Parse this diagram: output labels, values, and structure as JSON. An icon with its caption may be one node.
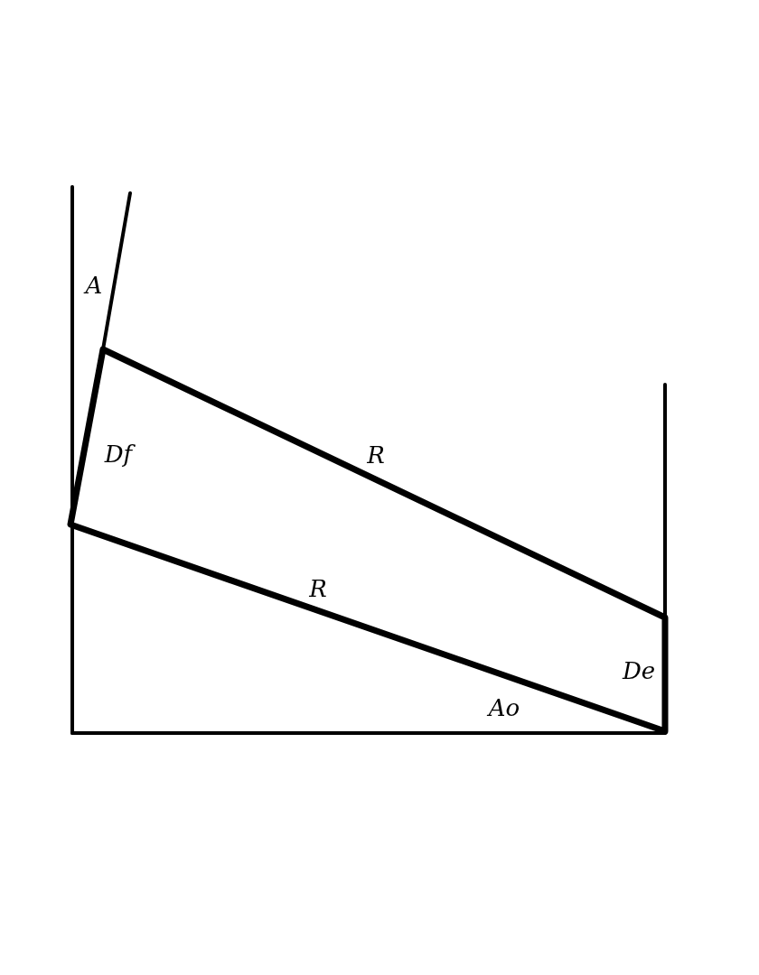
{
  "diagram": {
    "labels": [
      "A",
      "Df",
      "R",
      "R",
      "De",
      "Ao"
    ]
  }
}
